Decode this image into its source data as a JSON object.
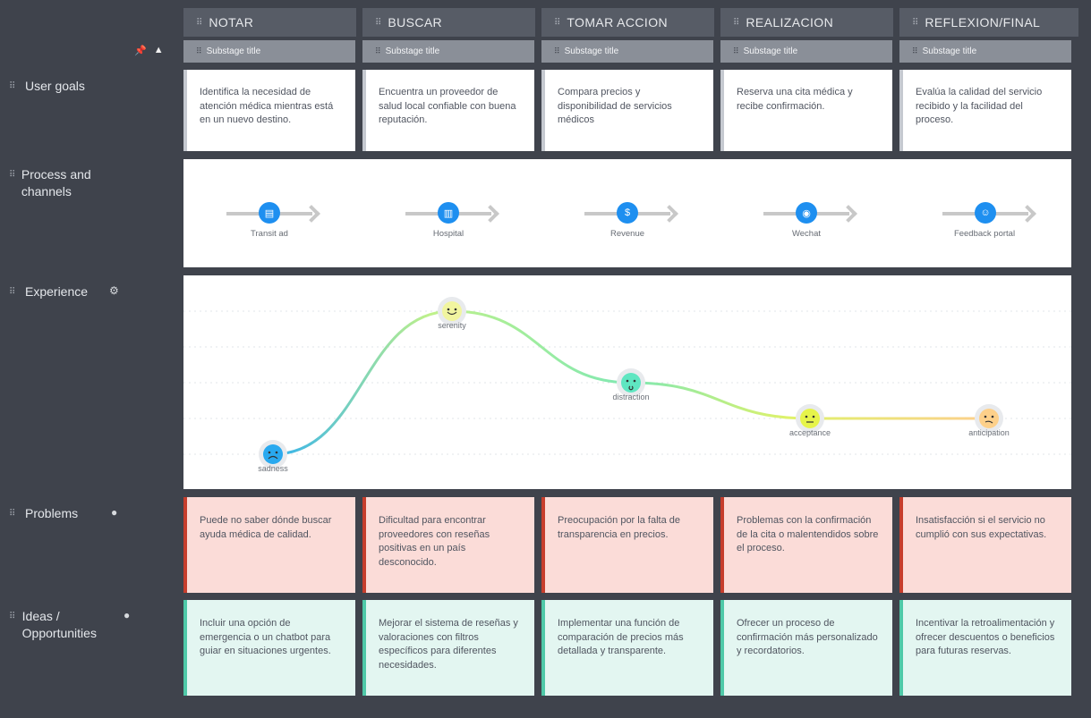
{
  "stages": [
    {
      "title": "NOTAR",
      "substage": "Substage title"
    },
    {
      "title": "BUSCAR",
      "substage": "Substage title"
    },
    {
      "title": "TOMAR ACCION",
      "substage": "Substage title"
    },
    {
      "title": "REALIZACION",
      "substage": "Substage title"
    },
    {
      "title": "REFLEXION/FINAL",
      "substage": "Substage title"
    }
  ],
  "rows": {
    "user_goals": "User goals",
    "process": "Process and channels",
    "experience": "Experience",
    "problems": "Problems",
    "ideas": "Ideas / Opportunities"
  },
  "user_goals": [
    "Identifica la necesidad de atención médica mientras está en un nuevo destino.",
    "Encuentra un proveedor de salud local confiable con buena reputación.",
    "Compara precios y disponibilidad de servicios médicos",
    "Reserva una cita médica y recibe confirmación.",
    "Evalúa la calidad del servicio recibido y la facilidad del proceso."
  ],
  "channels": [
    {
      "label": "Transit ad",
      "icon": "bus-icon"
    },
    {
      "label": "Hospital",
      "icon": "hospital-icon"
    },
    {
      "label": "Revenue",
      "icon": "dollar-icon"
    },
    {
      "label": "Wechat",
      "icon": "wechat-icon"
    },
    {
      "label": "Feedback portal",
      "icon": "feedback-icon"
    }
  ],
  "emotions": [
    {
      "label": "sadness",
      "level": 1,
      "color": "#29a9ef",
      "face": "sad"
    },
    {
      "label": "serenity",
      "level": 5,
      "color": "#f1f5a0",
      "face": "happy"
    },
    {
      "label": "distraction",
      "level": 3,
      "color": "#5fe6c1",
      "face": "distracted"
    },
    {
      "label": "acceptance",
      "level": 2,
      "color": "#e6f44a",
      "face": "neutral"
    },
    {
      "label": "anticipation",
      "level": 2,
      "color": "#fdd08a",
      "face": "wary"
    }
  ],
  "problems": [
    "Puede no saber dónde buscar ayuda médica de calidad.",
    "Dificultad para encontrar proveedores con reseñas positivas en un país desconocido.",
    "Preocupación por la falta de transparencia en precios.",
    "Problemas con la confirmación de la cita o malentendidos sobre el proceso.",
    "Insatisfacción si el servicio no cumplió con sus expectativas."
  ],
  "ideas": [
    "Incluir una opción de emergencia o un chatbot para guiar en situaciones urgentes.",
    "Mejorar el sistema de reseñas y valoraciones con filtros específicos para diferentes necesidades.",
    "Implementar una función de comparación de precios más detallada y transparente.",
    "Ofrecer un proceso de confirmación más personalizado y recordatorios.",
    "Incentivar la retroalimentación y ofrecer descuentos o beneficios para futuras reservas."
  ]
}
